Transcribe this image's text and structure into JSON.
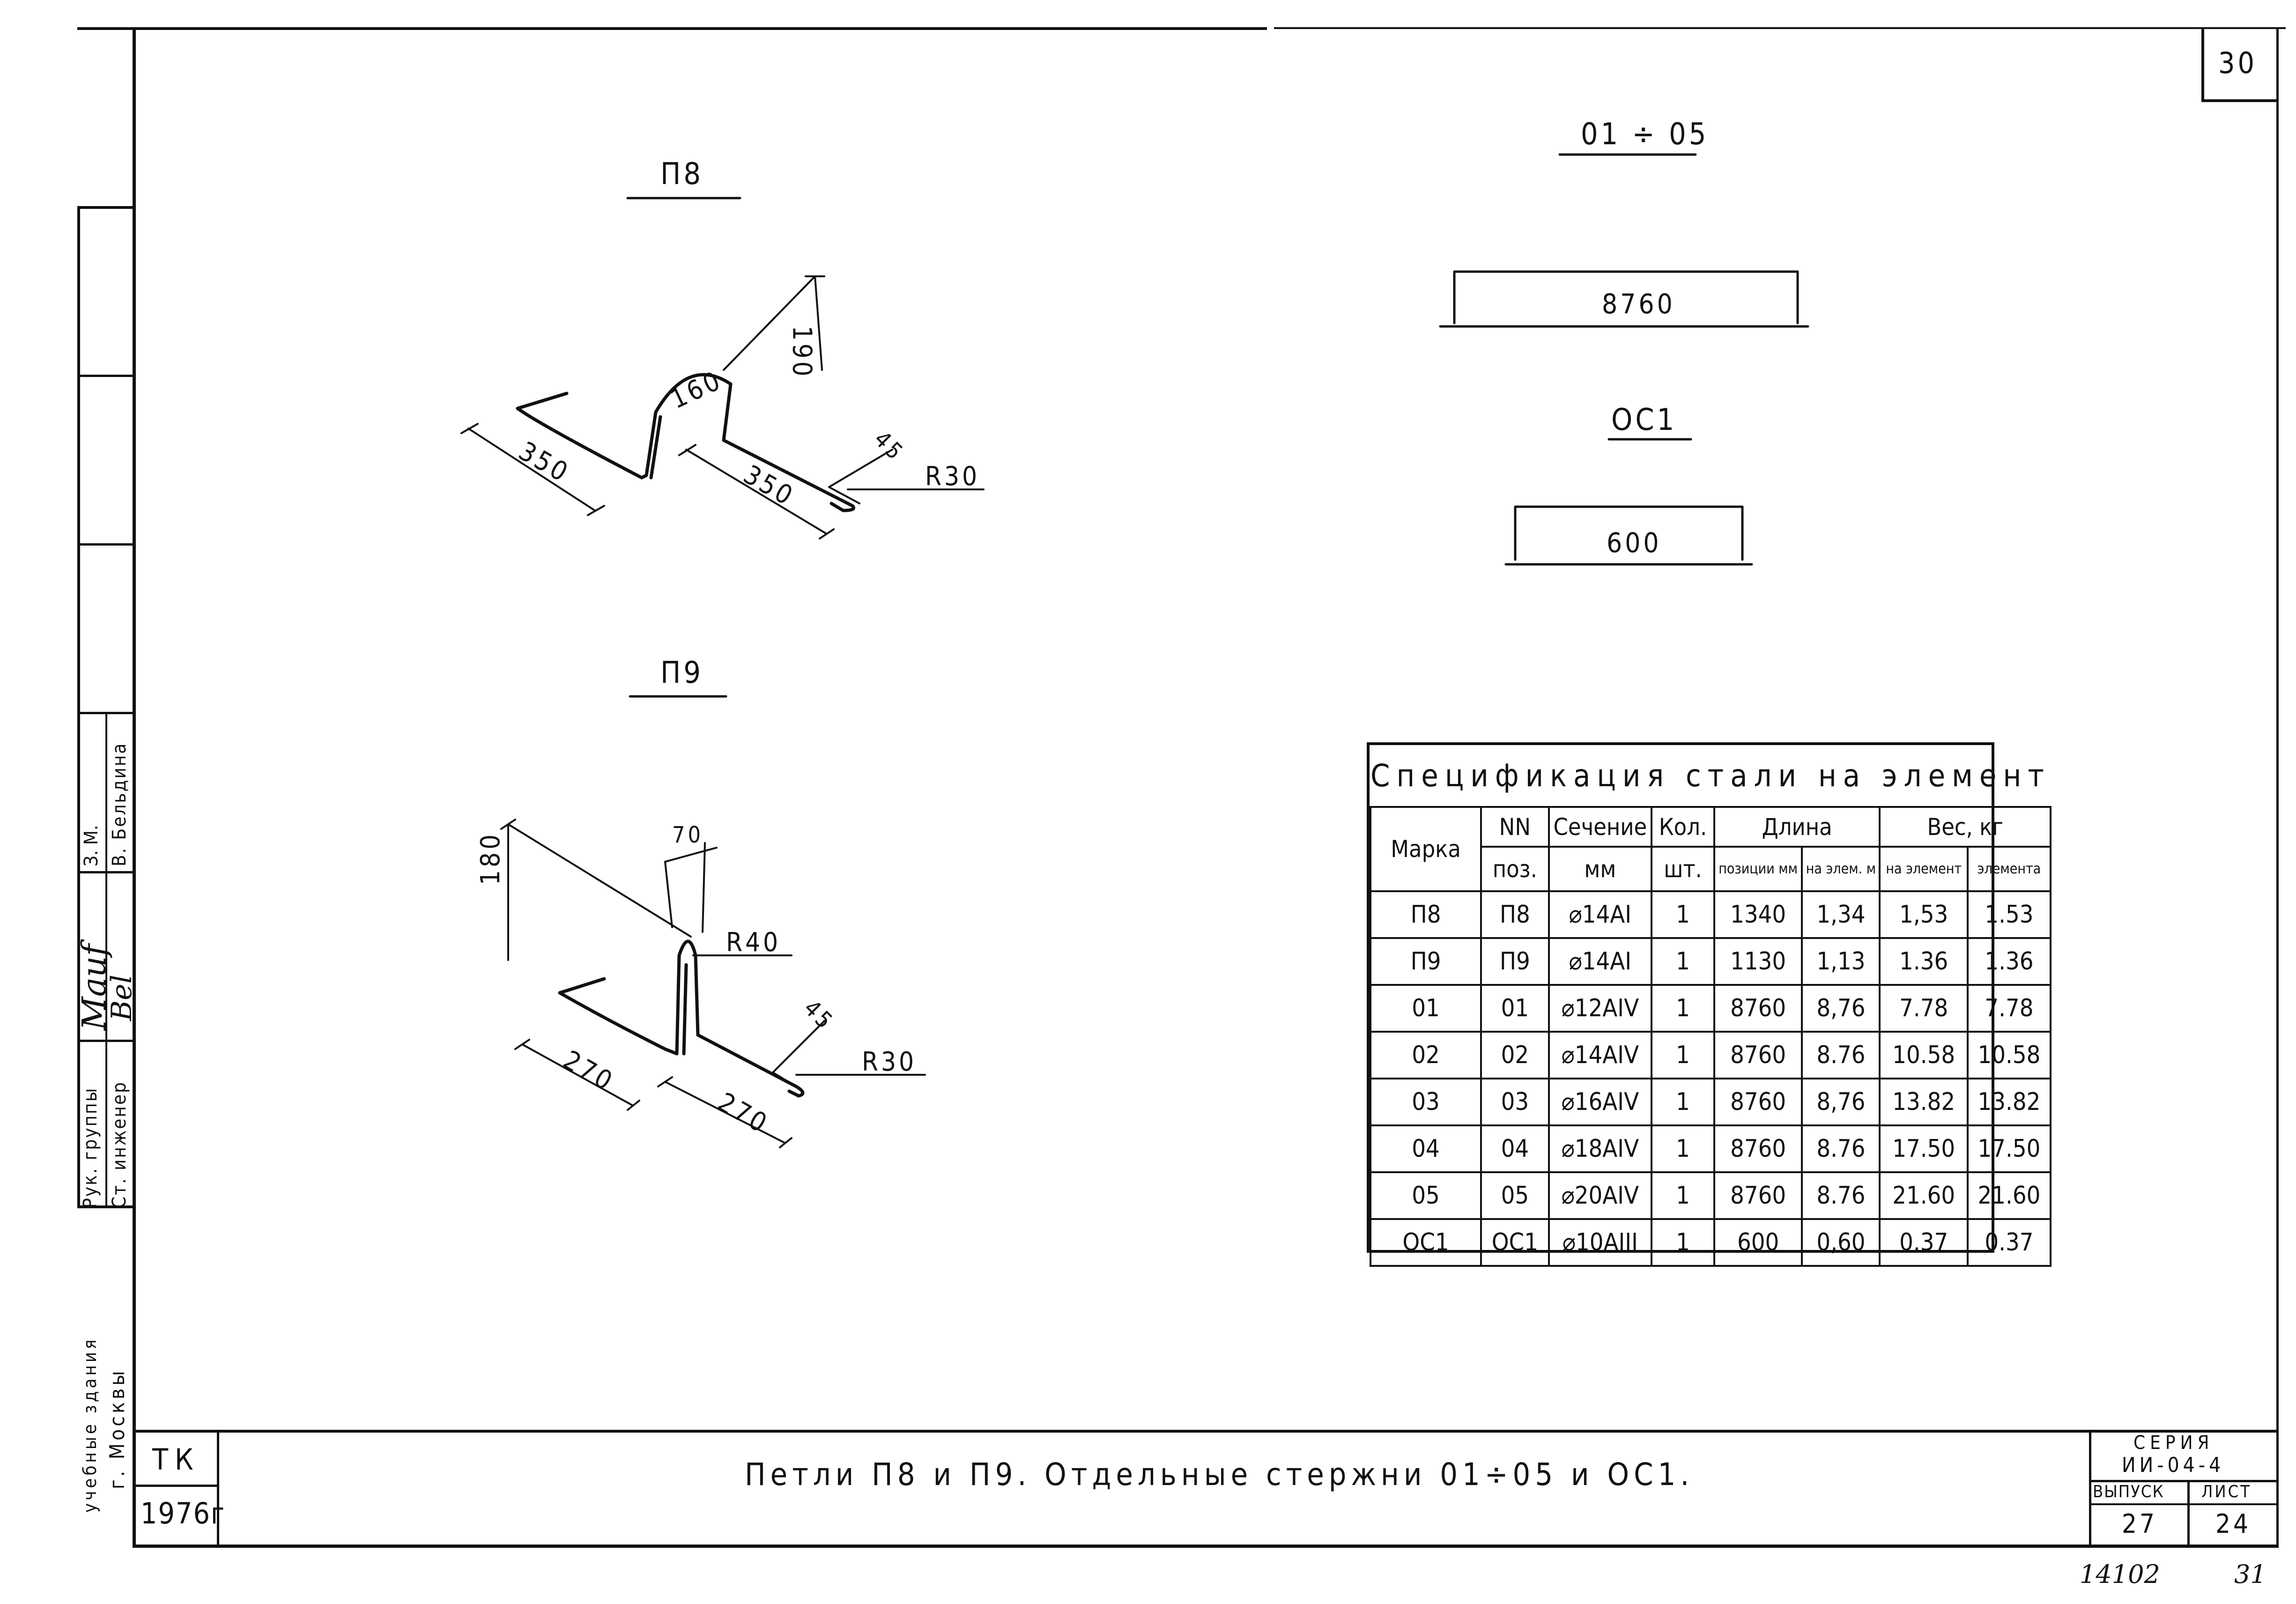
{
  "sheet": {
    "page_number": "30",
    "title": "Петли П8 и П9. Отдельные стержни 01÷05 и ОС1.",
    "organization": "ТК",
    "year": "1976г",
    "series_label": "СЕРИЯ",
    "series_value": "ИИ-04-4",
    "issue_label": "ВЫПУСК",
    "issue_value": "27",
    "sheet_label": "ЛИСТ",
    "sheet_value": "24",
    "inventory_number": "14102",
    "sheet_index": "31",
    "institute_line1": "учебные здания",
    "institute_line2": "г. Москвы"
  },
  "signatures": {
    "role1": "Рук. группы",
    "role2": "Ст. инженер",
    "name1": "З. М.",
    "name2": "В. Бельдина",
    "sign1": "Mauf",
    "sign2": "Bel"
  },
  "drawings": {
    "p8": {
      "title": "П8",
      "dim_left": "350",
      "dim_right": "350",
      "dim_top": "160",
      "dim_height": "190",
      "dim_hook": "45",
      "radius": "R30"
    },
    "p9": {
      "title": "П9",
      "dim_left": "270",
      "dim_right": "270",
      "dim_top": "70",
      "dim_height": "180",
      "dim_hook": "45",
      "radius_top": "R40",
      "radius": "R30"
    },
    "rods": {
      "title": "01 ÷ 05",
      "length": "8760"
    },
    "oc1": {
      "title": "ОС1",
      "length": "600"
    }
  },
  "spec": {
    "caption": "Спецификация стали на элемент",
    "headers": {
      "mark": "Марка",
      "pos_top": "NN",
      "pos_bottom": "поз.",
      "section_top": "Сечение",
      "section_bottom": "мм",
      "qty_top": "Кол.",
      "qty_bottom": "шт.",
      "length": "Длина",
      "len_pos": "позиции мм",
      "len_elem": "на элем. м",
      "weight": "Вес, кг",
      "w_elem": "на элемент",
      "w_total": "элемента"
    },
    "rows": [
      {
        "mark": "П8",
        "pos": "П8",
        "section": "⌀14АI",
        "qty": "1",
        "len_pos": "1340",
        "len_elem": "1,34",
        "w_one": "1,53",
        "w_total": "1.53"
      },
      {
        "mark": "П9",
        "pos": "П9",
        "section": "⌀14АI",
        "qty": "1",
        "len_pos": "1130",
        "len_elem": "1,13",
        "w_one": "1.36",
        "w_total": "1.36"
      },
      {
        "mark": "01",
        "pos": "01",
        "section": "⌀12АIV",
        "qty": "1",
        "len_pos": "8760",
        "len_elem": "8,76",
        "w_one": "7.78",
        "w_total": "7.78"
      },
      {
        "mark": "02",
        "pos": "02",
        "section": "⌀14АIV",
        "qty": "1",
        "len_pos": "8760",
        "len_elem": "8.76",
        "w_one": "10.58",
        "w_total": "10.58"
      },
      {
        "mark": "03",
        "pos": "03",
        "section": "⌀16АIV",
        "qty": "1",
        "len_pos": "8760",
        "len_elem": "8,76",
        "w_one": "13.82",
        "w_total": "13.82"
      },
      {
        "mark": "04",
        "pos": "04",
        "section": "⌀18АIV",
        "qty": "1",
        "len_pos": "8760",
        "len_elem": "8.76",
        "w_one": "17.50",
        "w_total": "17.50"
      },
      {
        "mark": "05",
        "pos": "05",
        "section": "⌀20АIV",
        "qty": "1",
        "len_pos": "8760",
        "len_elem": "8.76",
        "w_one": "21.60",
        "w_total": "21.60"
      },
      {
        "mark": "ОС1",
        "pos": "ОС1",
        "section": "⌀10АIII",
        "qty": "1",
        "len_pos": "600",
        "len_elem": "0,60",
        "w_one": "0.37",
        "w_total": "0.37"
      }
    ]
  }
}
